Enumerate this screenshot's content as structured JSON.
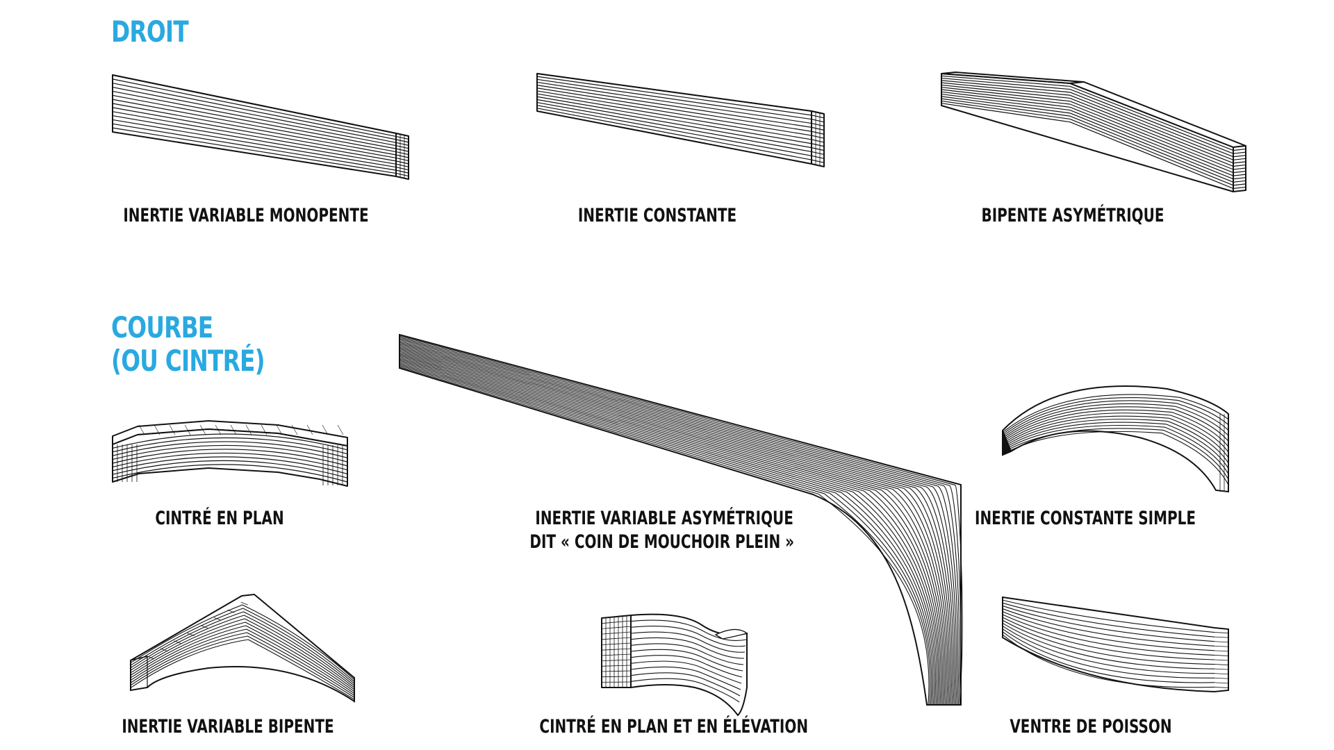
{
  "sections": {
    "straight": {
      "title": "DROIT"
    },
    "curved": {
      "title_line1": "COURBE",
      "title_line2": "(OU CINTRÉ)"
    }
  },
  "beams": {
    "monopente": {
      "label": "INERTIE VARIABLE MONOPENTE"
    },
    "constante": {
      "label": "INERTIE CONSTANTE"
    },
    "bipente_asym": {
      "label": "BIPENTE ASYMÉTRIQUE"
    },
    "cintre_plan": {
      "label": "CINTRÉ EN PLAN"
    },
    "coin_mouchoir": {
      "label_line1": "INERTIE VARIABLE ASYMÉTRIQUE",
      "label_line2": "DIT « COIN DE MOUCHOIR PLEIN »"
    },
    "constante_simple": {
      "label": "INERTIE CONSTANTE SIMPLE"
    },
    "bipente": {
      "label": "INERTIE VARIABLE BIPENTE"
    },
    "plan_elevation": {
      "label": "CINTRÉ EN PLAN ET EN ÉLÉVATION"
    },
    "ventre_poisson": {
      "label": "VENTRE DE POISSON"
    }
  },
  "colors": {
    "accent": "#29a9e0",
    "ink": "#111111",
    "background": "#ffffff"
  }
}
